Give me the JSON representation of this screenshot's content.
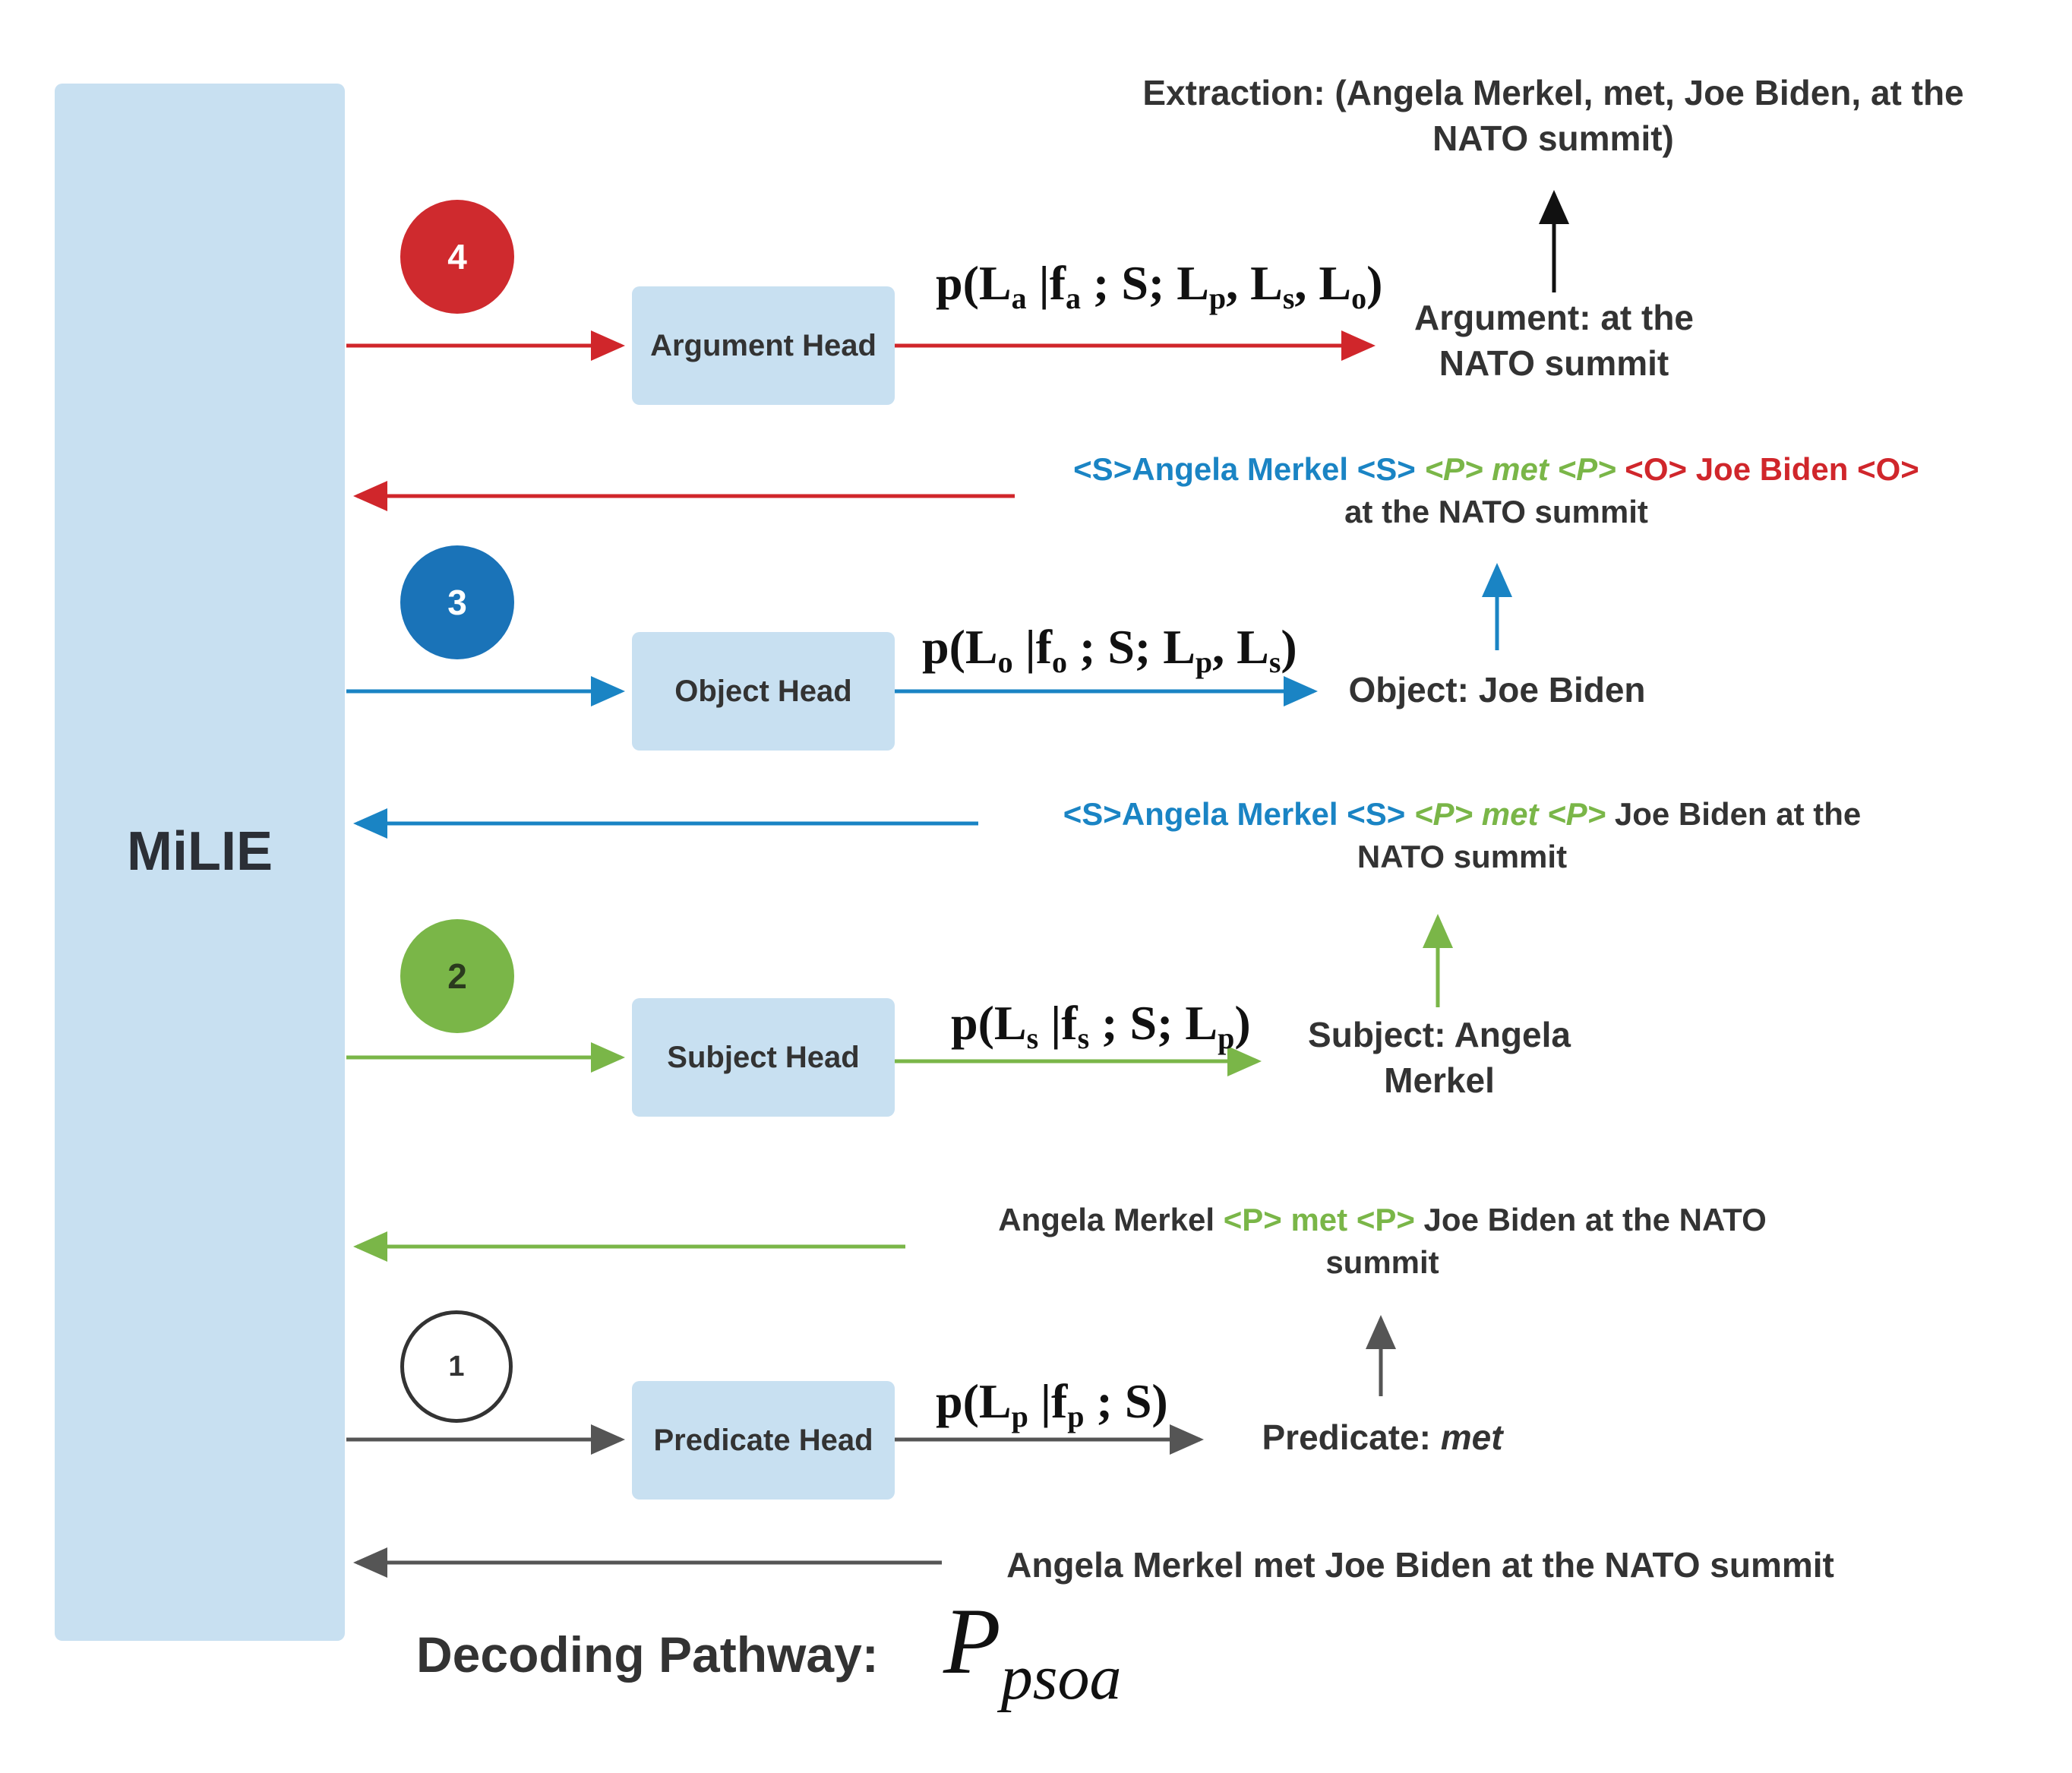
{
  "model": {
    "name": "MiLIE"
  },
  "heads": {
    "argument": "Argument Head",
    "object": "Object Head",
    "subject": "Subject Head",
    "predicate": "Predicate Head"
  },
  "steps": [
    "1",
    "2",
    "3",
    "4"
  ],
  "formulas": {
    "argument": {
      "open": "p(L",
      "s1": "a",
      "m1": " |f",
      "s2": "a",
      "m2": " ; S; L",
      "s3": "p",
      "m3": ", L",
      "s4": "s",
      "m4": ", L",
      "s5": "o",
      "close": ")"
    },
    "object": {
      "open": "p(L",
      "s1": "o",
      "m1": " |f",
      "s2": "o",
      "m2": " ; S; L",
      "s3": "p",
      "m3": ", L",
      "s4": "s",
      "close": ")"
    },
    "subject": {
      "open": "p(L",
      "s1": "s",
      "m1": " |f",
      "s2": "s",
      "m2": " ; S; L",
      "s3": "p",
      "close": ")"
    },
    "predicate": {
      "open": "p(L",
      "s1": "p",
      "m1": " |f",
      "s2": "p",
      "close": " ; S)"
    }
  },
  "outputs": {
    "extraction_line1": "Extraction: (Angela Merkel, met, Joe Biden, at the",
    "extraction_line2": "NATO summit)",
    "argument_line1": "Argument: at the",
    "argument_line2": "NATO summit",
    "object": "Object: Joe Biden",
    "subject_line1": "Subject: Angela",
    "subject_line2": "Merkel",
    "predicate_prefix": "Predicate: ",
    "predicate_value": "met"
  },
  "inputs": {
    "step4": {
      "s_open": "<S>",
      "subj": "Angela Merkel ",
      "s_close": "<S>",
      "p_open": "<P>",
      "pred": " met ",
      "p_close": "<P>",
      "o_open": "<O>",
      "obj": " Joe Biden ",
      "o_close": "<O>",
      "rest": "at the NATO summit"
    },
    "step3": {
      "s_open": "<S>",
      "subj": "Angela Merkel ",
      "s_close": "<S>",
      "p_open": "<P>",
      "pred": " met ",
      "p_close": "<P>",
      "rest1": " Joe Biden at the",
      "rest2": "NATO summit"
    },
    "step2": {
      "pre": "Angela Merkel ",
      "p_open": "<P>",
      "pred": " met ",
      "p_close": "<P>",
      "rest1": " Joe Biden at the NATO",
      "rest2": "summit"
    },
    "step1": "Angela Merkel met Joe Biden at the NATO summit"
  },
  "pathway": {
    "label": "Decoding Pathway:",
    "symbol": "P",
    "subscript": "psoa"
  },
  "colors": {
    "gray": "#555555",
    "green": "#7ab648",
    "blue": "#1a84c4",
    "red": "#d0262b",
    "box": "#c8e0f1",
    "black": "#111111"
  }
}
